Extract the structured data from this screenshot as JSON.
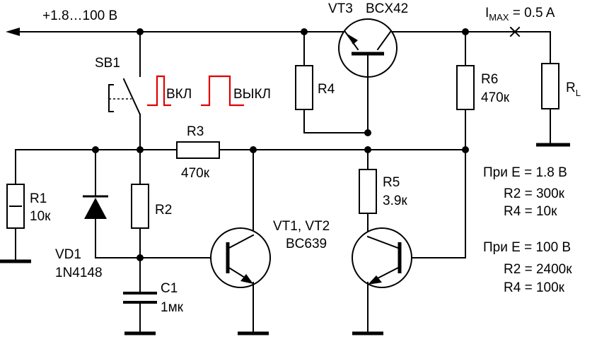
{
  "labels": {
    "supply": "+1.8…100 В",
    "vt3": "VT3",
    "vt3_part": "BCX42",
    "imax_main": "I",
    "imax_sub": "MAX",
    "imax_val": " = 0.5 A",
    "sb1": "SB1",
    "on": "ВКЛ",
    "off": "ВЫКЛ",
    "r4": "R4",
    "r6": "R6",
    "r6_val": "470к",
    "rl_main": "R",
    "rl_sub": "L",
    "r3": "R3",
    "r3_val": "470к",
    "r1": "R1",
    "r1_val": "10к",
    "r2": "R2",
    "r5": "R5",
    "r5_val": "3.9к",
    "vt12": "VT1, VT2",
    "vt12_part": "BC639",
    "vd1": "VD1",
    "vd1_part": "1N4148",
    "c1": "C1",
    "c1_val": "1мк"
  },
  "notes": {
    "e1_title": "При E = 1.8 В",
    "e1_r2": "R2 = 300к",
    "e1_r4": "R4 = 10к",
    "e2_title": "При E = 100 В",
    "e2_r2": "R2 = 2400к",
    "e2_r4": "R4 = 100к"
  }
}
